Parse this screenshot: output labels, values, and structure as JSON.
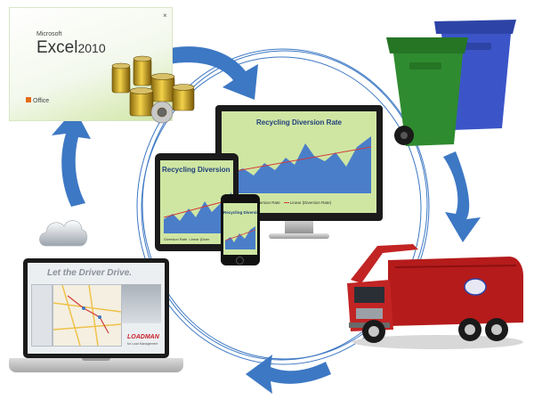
{
  "excel": {
    "brand": "Microsoft",
    "product": "Excel",
    "version": "2010",
    "office": "Office"
  },
  "monitor": {
    "chart_title": "Recycling Diversion Rate",
    "legend_series": "Diversion Rate",
    "legend_trend": "Linear (Diversion Rate)"
  },
  "tablet": {
    "chart_title": "Recycling Diversion",
    "legend_series": "Diversion Rate",
    "legend_trend": "Linear (Diver"
  },
  "phone": {
    "chart_title": "Recycling Diversion"
  },
  "laptop": {
    "slogan": "Let the Driver Drive.",
    "brand": "LOADMAN",
    "brand_sub": "for Load Management"
  },
  "colors": {
    "arrow": "#3d78c4",
    "ring": "#3d78c4",
    "chart_bg": "#cfe6a3",
    "series": "#4a7ec9",
    "trend": "#d23a3a",
    "truck": "#b51b1b",
    "bin_green": "#2f8b2f",
    "bin_blue": "#3b55c8"
  },
  "icons": [
    "cloud-icon",
    "oil-filter-icon",
    "recycling-bin-icon",
    "garbage-truck-icon"
  ]
}
